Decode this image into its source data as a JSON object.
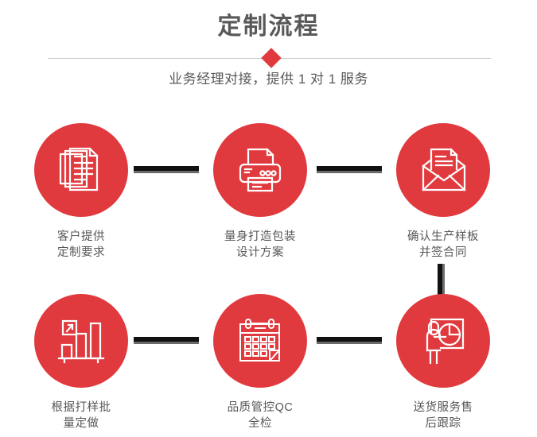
{
  "header": {
    "title": "定制流程",
    "subtitle": "业务经理对接，提供 1 对 1 服务",
    "divider_icon": "diamond-marker",
    "accent_color": "#e13a3e",
    "title_color": "#595959",
    "divider_color": "#c9c9c9"
  },
  "flow": {
    "connector_colors": {
      "bar": "#111111",
      "shadow": "#6b6b6b"
    },
    "steps": [
      {
        "id": 1,
        "icon": "documents-stack-icon",
        "label": "客户提供\n定制要求"
      },
      {
        "id": 2,
        "icon": "printer-icon",
        "label": "量身打造包装\n设计方案"
      },
      {
        "id": 3,
        "icon": "envelope-document-icon",
        "label": "确认生产样板\n并签合同"
      },
      {
        "id": 4,
        "icon": "bar-chart-growth-icon",
        "label": "根据打样批\n量定做"
      },
      {
        "id": 5,
        "icon": "calendar-icon",
        "label": "品质管控QC\n全检"
      },
      {
        "id": 6,
        "icon": "presenter-pie-chart-icon",
        "label": "送货服务售\n后跟踪"
      }
    ]
  }
}
